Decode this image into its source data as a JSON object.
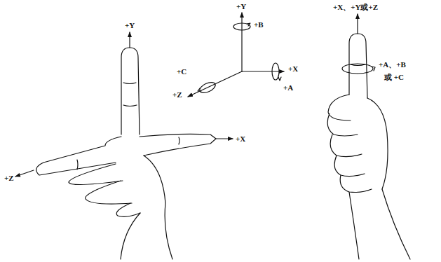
{
  "diagram": {
    "labels": [
      "+Y",
      "+Y",
      "+B",
      "+C",
      "+X",
      "+Z",
      "+A",
      "+X",
      "+Z",
      "+X、+Y或+Z",
      "+A、+B",
      "或 +C"
    ]
  }
}
